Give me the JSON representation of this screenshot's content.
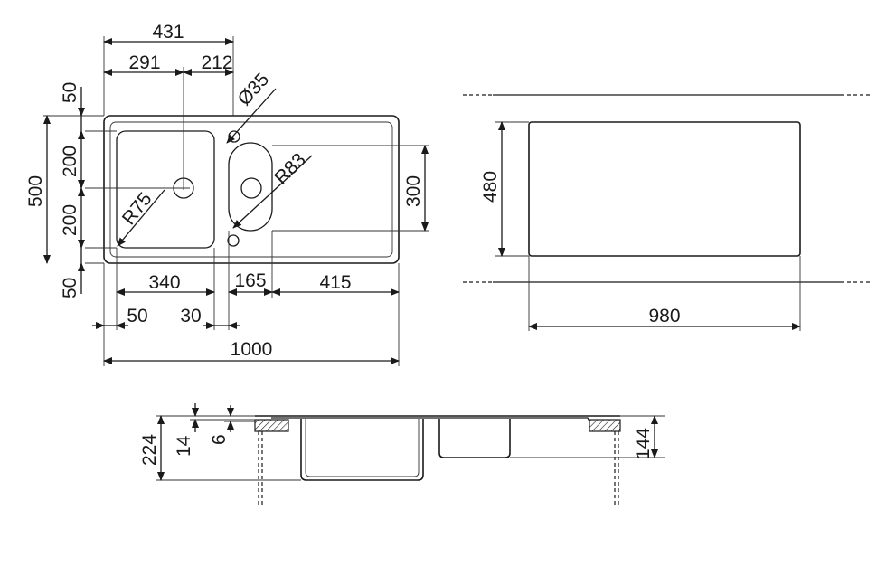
{
  "top_view": {
    "dim_431": "431",
    "dim_291": "291",
    "dim_212": "212",
    "dim_d35": "Ø35",
    "dim_r83": "R83",
    "dim_r75": "R75",
    "dim_50_top": "50",
    "dim_200_a": "200",
    "dim_200_b": "200",
    "dim_50_bottom": "50",
    "dim_500": "500",
    "dim_300": "300",
    "dim_340": "340",
    "dim_165": "165",
    "dim_415": "415",
    "dim_50_h": "50",
    "dim_30_h": "30",
    "dim_1000": "1000"
  },
  "cutout_view": {
    "dim_480": "480",
    "dim_980": "980"
  },
  "section_view": {
    "dim_224": "224",
    "dim_14": "14",
    "dim_6": "6",
    "dim_144": "144"
  }
}
